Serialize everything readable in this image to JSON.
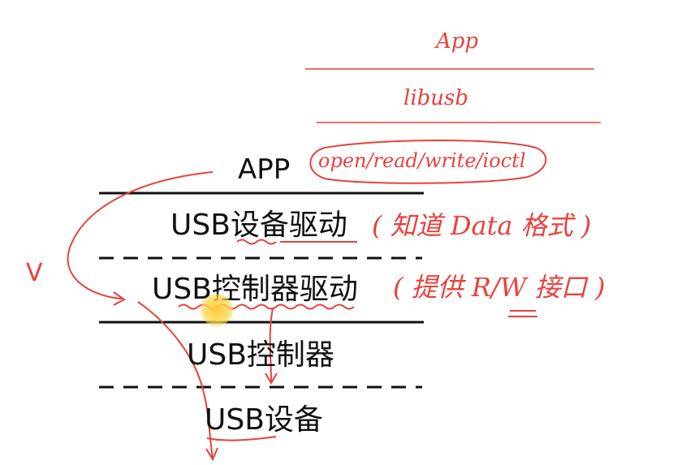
{
  "stack": {
    "app": "APP",
    "usb_device_driver": "USB设备驱动",
    "usb_controller_driver": "USB控制器驱动",
    "usb_controller": "USB控制器",
    "usb_device": "USB设备"
  },
  "annotations": {
    "top_app": "App",
    "libusb": "libusb",
    "syscalls": "open/read/write/ioctl",
    "device_driver_note": "( 知道 Data 格式 )",
    "controller_driver_note": "( 提供 R/W 接口 )",
    "check_mark": "V"
  },
  "colors": {
    "ink": "#111111",
    "pen": "#e8413c",
    "cursor": "#ffc83a"
  }
}
